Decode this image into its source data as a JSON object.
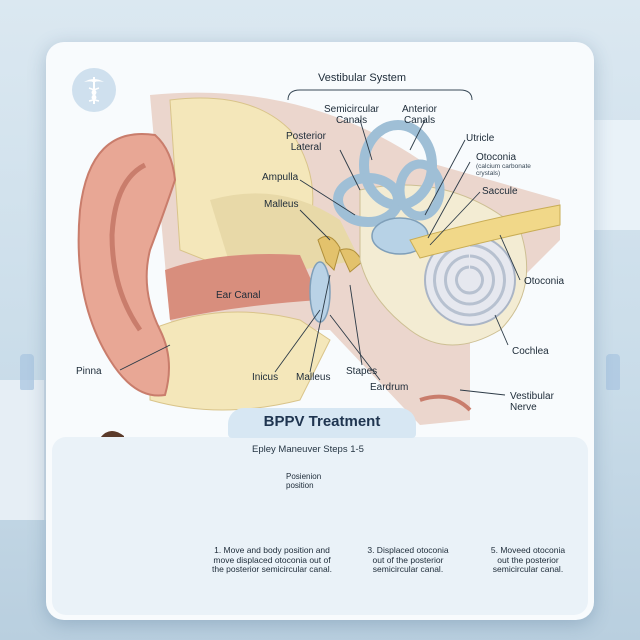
{
  "header": {
    "title": "Vestibular System"
  },
  "anatomy_labels": {
    "semicircular_canals": "Semicircular\nCanals",
    "anterior_canals": "Anterior\nCanals",
    "posterior_lateral": "Posterior\nLateral",
    "utricle": "Utricle",
    "otoconia_top": "Otoconia",
    "otoconia_note": "(calcium carbonate\ncrystals)",
    "saccule": "Saccule",
    "ampulla": "Ampulla",
    "malleus_top": "Malleus",
    "ear_canal": "Ear Canal",
    "otoconia_right": "Otoconia",
    "cochlea": "Cochlea",
    "pinna": "Pinna",
    "inicus": "Inicus",
    "malleus_bottom": "Malleus",
    "stapes": "Stapes",
    "eardrum": "Eardrum",
    "vestibular_nerve": "Vestibular\nNerve"
  },
  "treatment": {
    "title": "BPPV Treatment",
    "subtitle": "Epley Maneuver Steps 1-5",
    "position_label": "Posienion\nposition",
    "captions": [
      "1. Move and body position and\nmove displaced otoconia out of\nthe posterior semicircular canal.",
      "3. Displaced otoconia\nout of the posterior\nsemicircular canal.",
      "5. Moveed otoconia\nout the posterior\nsemicircular canal."
    ]
  },
  "colors": {
    "skin": "#e8a795",
    "skin_dark": "#c97d6c",
    "bone": "#f3e6b9",
    "canal_blue": "#9fbfd6",
    "scrubs": "#6fa6cf",
    "accent": "#1f3550"
  }
}
